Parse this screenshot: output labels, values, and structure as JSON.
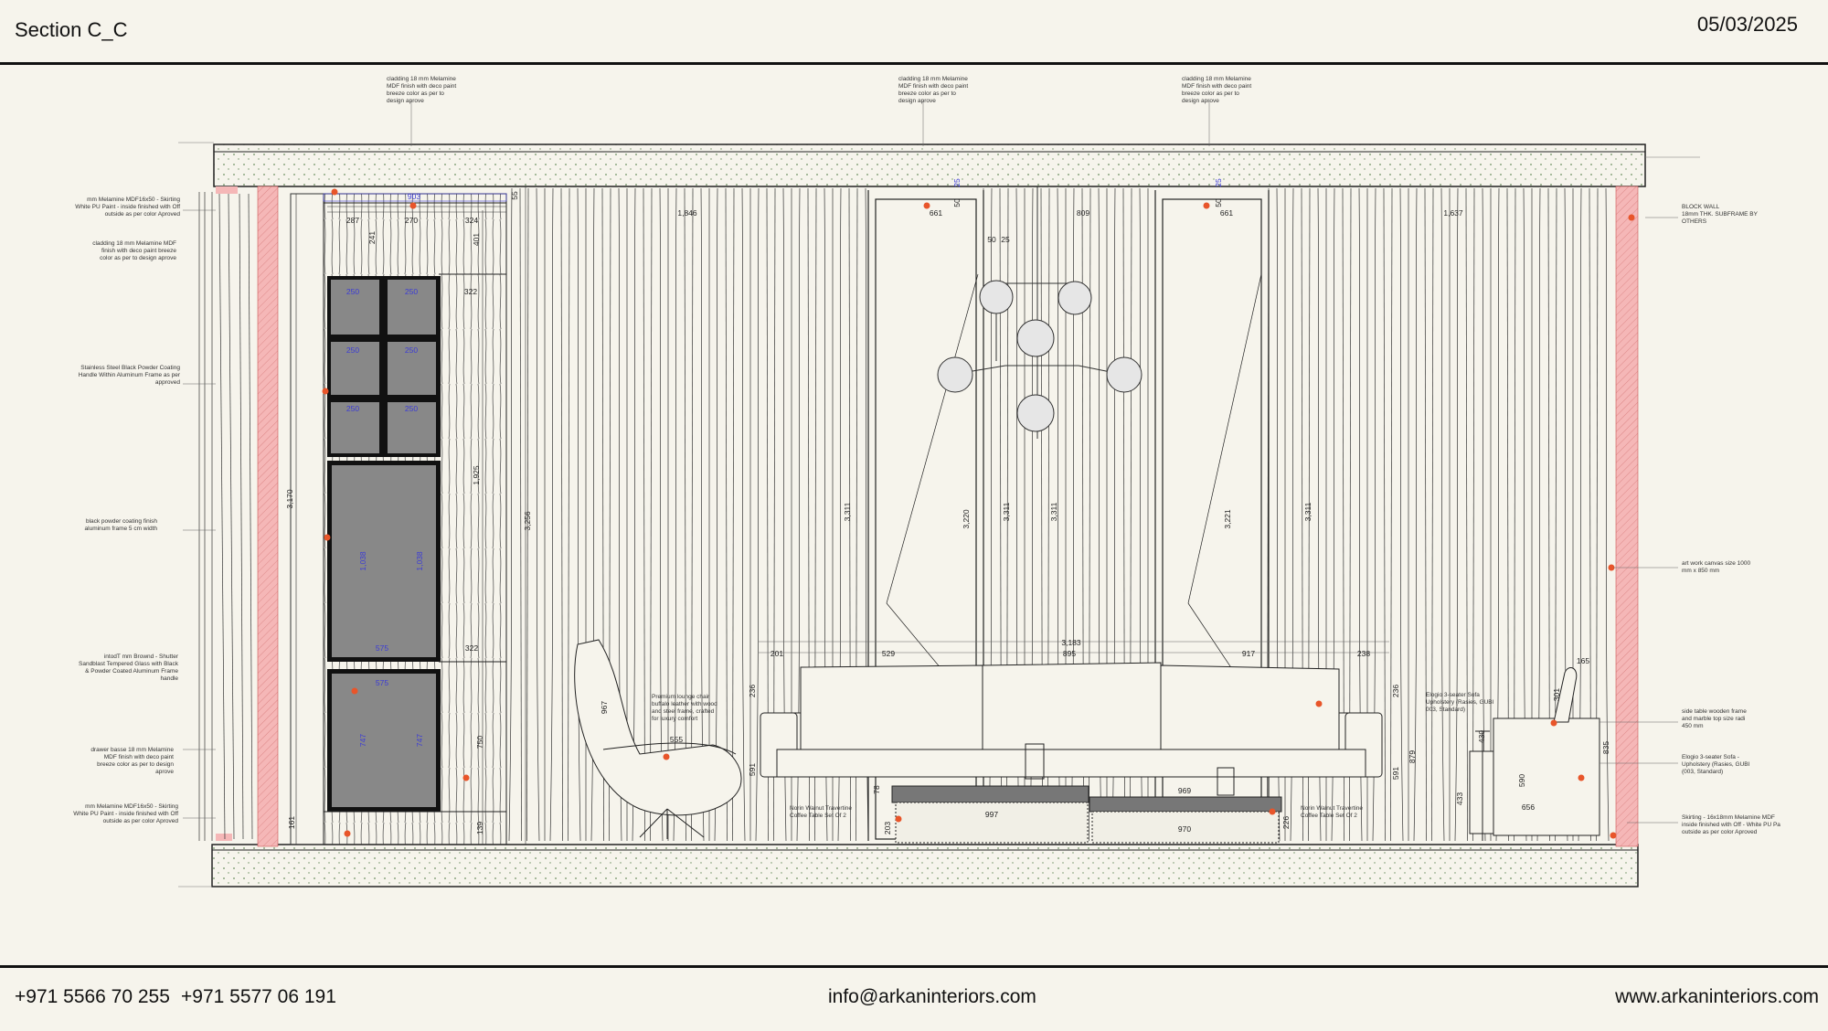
{
  "header": {
    "title": "Section C_C",
    "date": "05/03/2025"
  },
  "footer": {
    "phone1": "+971 5566 70 255",
    "phone2": "+971 5577 06 191",
    "email": "info@arkaninteriors.com",
    "website": "www.arkaninteriors.com"
  },
  "notes": {
    "top_left": [
      "cladding 18 mm Melamine",
      "MDF finish with deco paint",
      "breeze color as per to",
      "design aprove"
    ],
    "top_mid": [
      "cladding 18 mm Melamine",
      "MDF finish with deco paint",
      "breeze color as per to",
      "design aprove"
    ],
    "top_right": [
      "cladding 18 mm Melamine",
      "MDF finish with deco paint",
      "breeze color as per to",
      "design aprove"
    ],
    "skirting_top": [
      "mm Melamine MDF16x50 - Skirting",
      "White PU Paint - inside finished with Off",
      "outside as per color Aproved"
    ],
    "cladding_left": [
      "cladding 18 mm Melamine MDF",
      "finish with deco paint breeze",
      "color as per to design aprove"
    ],
    "handle": [
      "Stainless Steel Black Powder Coating",
      "Handle Within Aluminum Frame as per",
      "approved"
    ],
    "frame": [
      "black powder coating finish",
      "aluminum frame 5 cm width"
    ],
    "shutter": [
      "intodT mm Brownd - Shutter",
      "Sandblast Tempered Glass with Black",
      "& Powder Coated Aluminum Frame",
      "handle"
    ],
    "drawer": [
      "drawer basse 18 mm Melamine",
      "MDF finish with deco paint",
      "breeze color as per to design",
      "aprove"
    ],
    "skirting_bottom": [
      "mm Melamine MDF16x50 - Skirting",
      "White PU Paint - inside finished with Off",
      "outside as per color Aproved"
    ],
    "block_wall": [
      "BLOCK WALL",
      "18mm THK. SUBFRAME BY",
      "OTHERS"
    ],
    "artwork": [
      "art work canvas size 1000",
      "mm x 850 mm"
    ],
    "side_table": [
      "side table wooden frame",
      "and marble top size radi",
      "450 mm"
    ],
    "sofa_right": [
      "Elogio 3-seater Sofa -",
      "Upholstery (Rasies, GUBI",
      "(003, Standard)"
    ],
    "skirting_right": [
      "Skirting - 16x18mm Melamine MDF",
      "inside finished with Off - White PU Pa",
      "outside as per color Aproved"
    ],
    "lounge_chair": [
      "Premium lounge chair",
      "buffalo leather with wood",
      "and steel frame, crafted",
      "for luxury comfort"
    ],
    "sofa_center": [
      "Elogio 3-seater Sofa",
      "Upholstery (Rasies, GUBI",
      "003, Standard)"
    ],
    "coffee_left": [
      "Norin Walnut Travertine",
      "Coffee Table Set Of 2"
    ],
    "coffee_right": [
      "Norin Walnut Travertine",
      "Coffee Table Set Of 2"
    ]
  },
  "dims": {
    "d_903": "903",
    "d_287": "287",
    "d_270": "270",
    "d_324": "324",
    "d_322": "322",
    "d_322b": "322",
    "d_241": "241",
    "d_401": "401",
    "d_55": "55",
    "d_1846": "1,846",
    "d_661a": "661",
    "d_661b": "661",
    "d_809": "809",
    "d_1637": "1,637",
    "d_50a": "50",
    "d_25a": "25",
    "d_50b": "50",
    "d_25b": "25",
    "d_50c": "50",
    "d_25c": "25",
    "d_3170": "3,170",
    "d_3256": "3,256",
    "d_3311a": "3,311",
    "d_3220": "3,220",
    "d_3311b": "3,311",
    "d_3311c": "3,311",
    "d_3221": "3,221",
    "d_3311d": "3,311",
    "d_1925": "1,925",
    "d_250_1": "250",
    "d_250_2": "250",
    "d_250_3": "250",
    "d_250_4": "250",
    "d_250_5": "250",
    "d_250_6": "250",
    "d_1038a": "1,038",
    "d_1038b": "1,038",
    "d_575a": "575",
    "d_575b": "575",
    "d_747a": "747",
    "d_747b": "747",
    "d_3183": "3,183",
    "d_201": "201",
    "d_529": "529",
    "d_895": "895",
    "d_917": "917",
    "d_238": "238",
    "d_236": "236",
    "d_236b": "236",
    "d_555": "555",
    "d_967": "967",
    "d_997": "997",
    "d_591": "591",
    "d_591b": "591",
    "d_879": "879",
    "d_969": "969",
    "d_970": "970",
    "d_203": "203",
    "d_78": "78",
    "d_226": "226",
    "d_165": "165",
    "d_301": "301",
    "d_590": "590",
    "d_656": "656",
    "d_835": "835",
    "d_433": "433",
    "d_430": "430",
    "d_750": "750",
    "d_161": "161",
    "d_139": "139"
  }
}
